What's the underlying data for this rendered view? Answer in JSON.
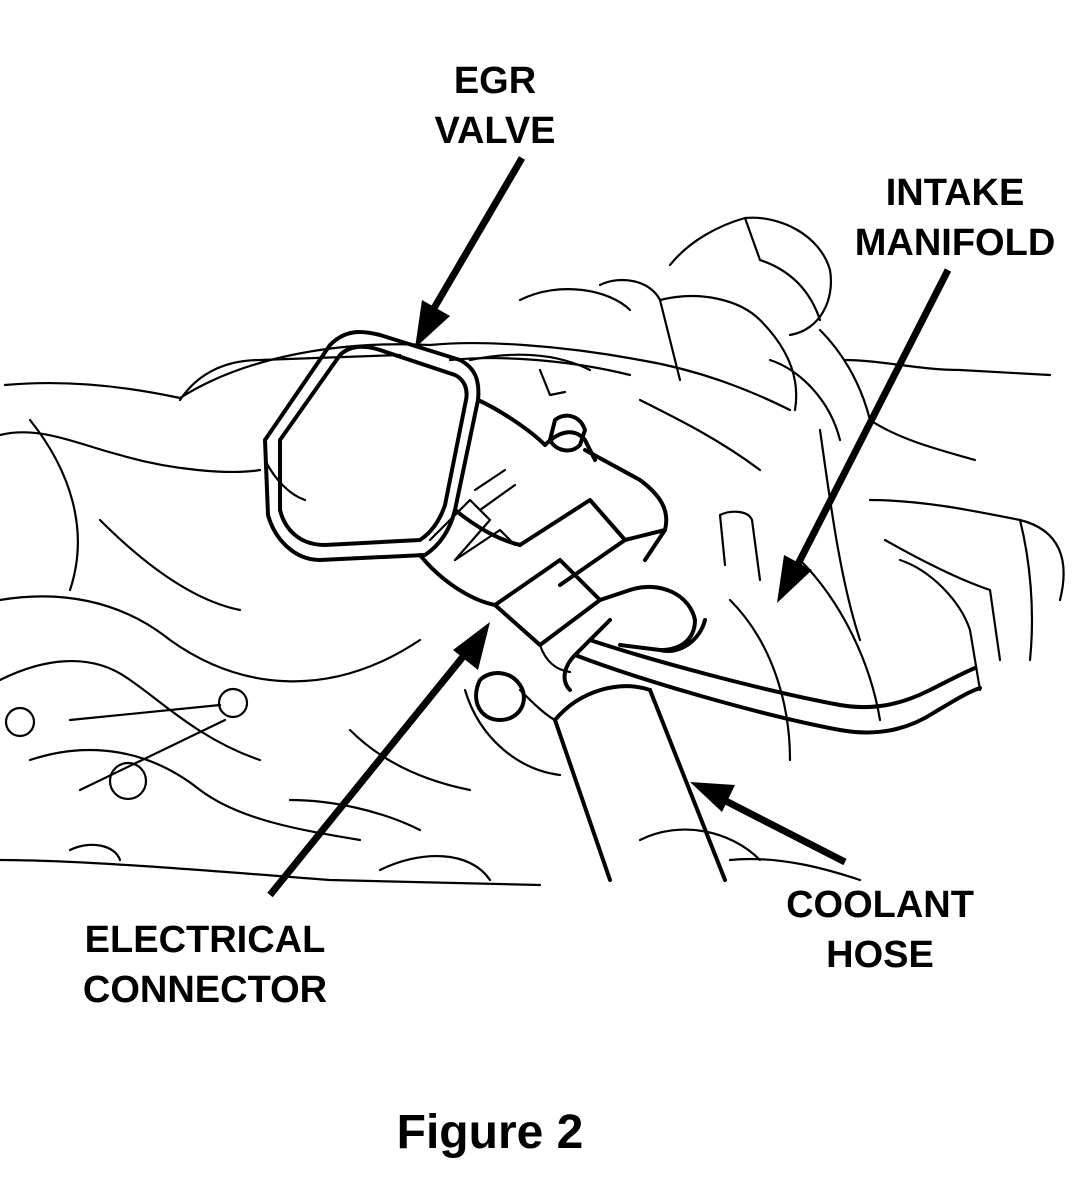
{
  "labels": {
    "egr_line1": "EGR",
    "egr_line2": "VALVE",
    "intake_line1": "INTAKE",
    "intake_line2": "MANIFOLD",
    "coolant_line1": "COOLANT",
    "coolant_line2": "HOSE",
    "electrical_line1": "ELECTRICAL",
    "electrical_line2": "CONNECTOR"
  },
  "caption": "Figure 2",
  "colors": {
    "ink": "#000000",
    "paper": "#ffffff"
  }
}
